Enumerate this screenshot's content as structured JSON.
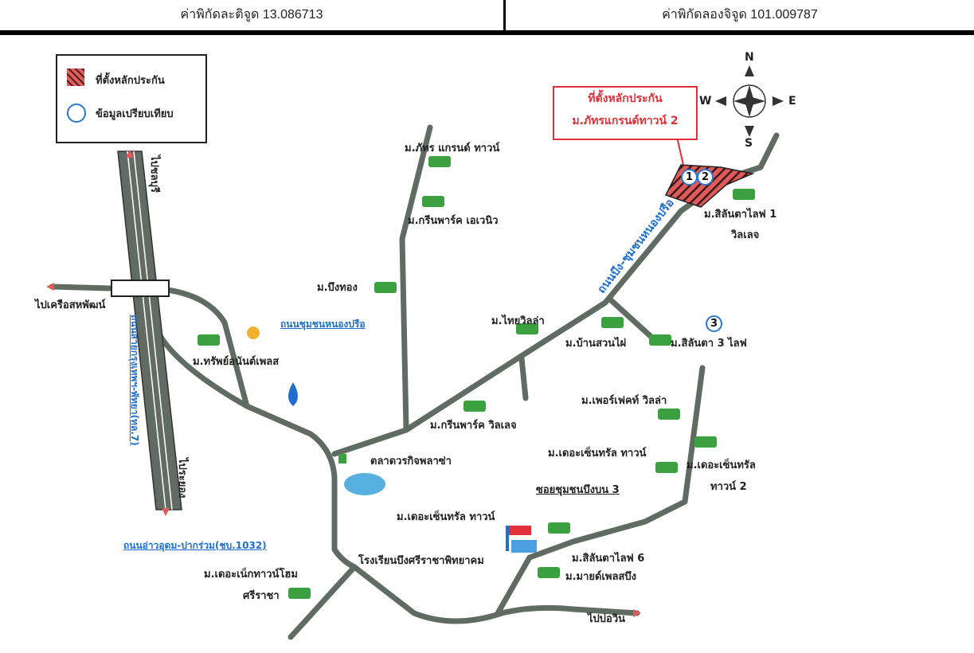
{
  "header": {
    "latitude": "ค่าพิกัดละติจูด 13.086713",
    "longitude": "ค่าพิกัดลองจิจูด 101.009787"
  },
  "legend": {
    "collateral": "ที่ตั้งหลักประกัน",
    "comparison": "ข้อมูลเปรียบเทียบ"
  },
  "callout": {
    "line1": "ที่ตั้งหลักประกัน",
    "line2": "ม.ภัทรแกรนด์ทาวน์ 2"
  },
  "compass": {
    "n": "N",
    "s": "S",
    "e": "E",
    "w": "W"
  },
  "markers": [
    "1",
    "2",
    "3"
  ],
  "roads": {
    "highway": "ถนนสายกรุงเทพฯ-พัทยา(ทล.7)",
    "to_chonburi": "ไปชลบุรี",
    "to_rayong": "ไประยอง",
    "to_khruea": "ไปเครือสหพัฒน์",
    "to_bowin": "ไปบ่อวิน",
    "nongprue": "ถนนชุมชนหนองปรือ",
    "bueng_nongprue": "ถนนบึง-ชุมชนหนองปรือ",
    "aoudom": "ถนนอ่าวอุดม-ปากร่วม(ชบ.1032)",
    "soi_buengbon": "ซอยชุมชนบึงบน 3"
  },
  "places": {
    "phatra_grand": "ม.ภัทร แกรนด์ ทาวน์",
    "greenpark_avenue": "ม.กรีนพาร์ค เอเวนิว",
    "buengthong": "ม.บึงทอง",
    "sap_anan": "ม.ทรัพย์อนันต์เพลส",
    "thai_villa": "ม.ไทยวิลล่า",
    "bansuanphai": "ม.บ้านสวนไผ่",
    "silanta3": "ม.สิลันตา 3 ไลฟ",
    "silanta1_a": "ม.สิลันตาไลฟ 1",
    "silanta1_b": "วิลเลจ",
    "greenpark_village": "ม.กรีนพาร์ค วิลเลจ",
    "perfect_villa": "ม.เพอร์เฟคท์ วิลล่า",
    "central_town_a": "ม.เดอะเซ็นทรัล ทาวน์",
    "central_town2_a": "ม.เดอะเซ็นทรัล",
    "central_town2_b": "ทาวน์ 2",
    "market": "ตลาดวรกิจพลาซ่า",
    "central_town_b": "ม.เดอะเซ็นทรัล ทาวน์",
    "school": "โรงเรียนบึงศรีราชาพิทยาคม",
    "silanta6": "ม.สิลันตาไลฟ 6",
    "mindplace": "ม.มายด์เพลสบึง",
    "neck_a": "ม.เดอะเน็กทาวน์โฮม",
    "neck_b": "ศรีราชา"
  },
  "colors": {
    "road": "#5f6b63",
    "collateral": "#e05a5a",
    "label_blue": "#1e6fd0",
    "callout": "#e0303a"
  }
}
